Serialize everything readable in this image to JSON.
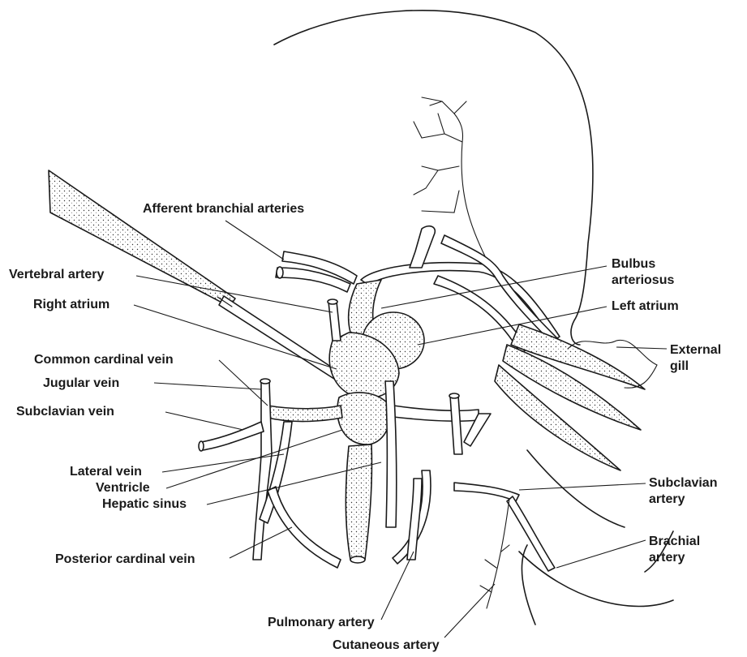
{
  "labels": {
    "afferent_branchial_arteries": "Afferent branchial arteries",
    "vertebral_artery": "Vertebral artery",
    "right_atrium": "Right atrium",
    "common_cardinal_vein": "Common cardinal vein",
    "jugular_vein": "Jugular vein",
    "subclavian_vein": "Subclavian vein",
    "lateral_vein": "Lateral vein",
    "ventricle": "Ventricle",
    "hepatic_sinus": "Hepatic sinus",
    "posterior_cardinal_vein": "Posterior cardinal vein",
    "pulmonary_artery": "Pulmonary artery",
    "cutaneous_artery": "Cutaneous artery",
    "bulbus_arteriosus_1": "Bulbus",
    "bulbus_arteriosus_2": "arteriosus",
    "left_atrium": "Left atrium",
    "external_gill_1": "External",
    "external_gill_2": "gill",
    "subclavian_artery_1": "Subclavian",
    "subclavian_artery_2": "artery",
    "brachial_artery_1": "Brachial",
    "brachial_artery_2": "artery"
  }
}
